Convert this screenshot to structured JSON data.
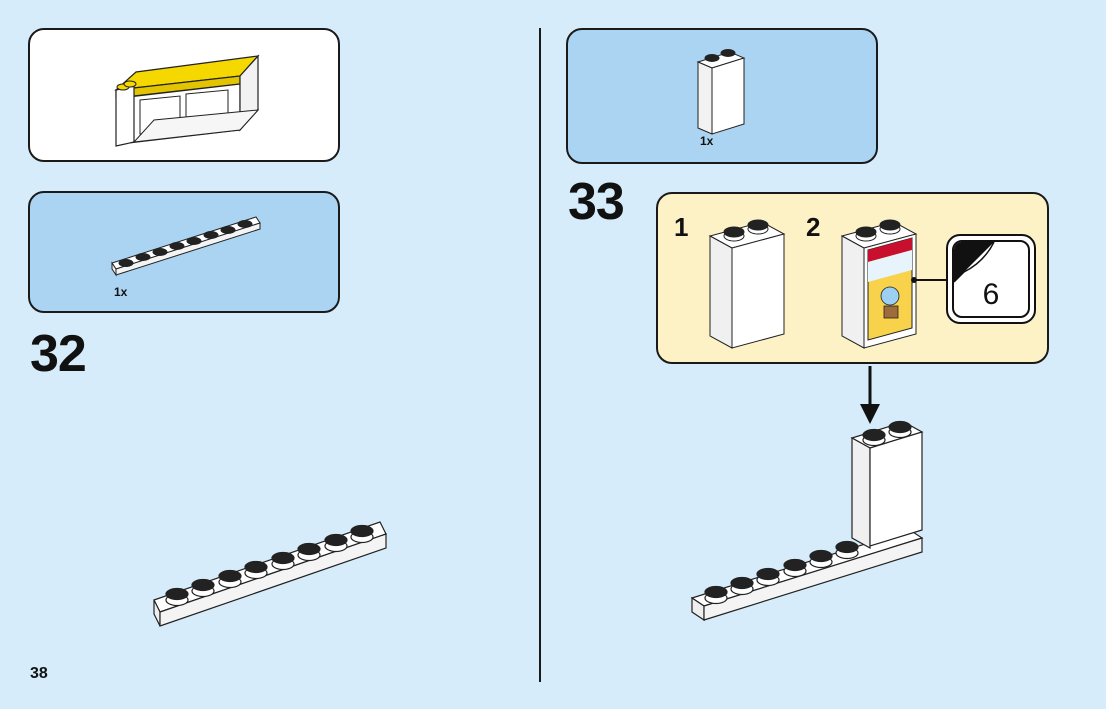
{
  "page": {
    "number": "38"
  },
  "left": {
    "previous_result_panel": {},
    "parts_panel": {
      "quantity": "1x"
    },
    "step": {
      "number": "32"
    }
  },
  "right": {
    "parts_panel": {
      "quantity": "1x"
    },
    "step": {
      "number": "33",
      "substeps": [
        {
          "number": "1"
        },
        {
          "number": "2"
        }
      ],
      "sticker_callout": {
        "number": "6"
      }
    }
  },
  "colors": {
    "background": "#d6ecfa",
    "parts_panel": "#aad4f2",
    "substep_panel": "#fdf1c6",
    "brick_yellow": "#f5d800"
  }
}
